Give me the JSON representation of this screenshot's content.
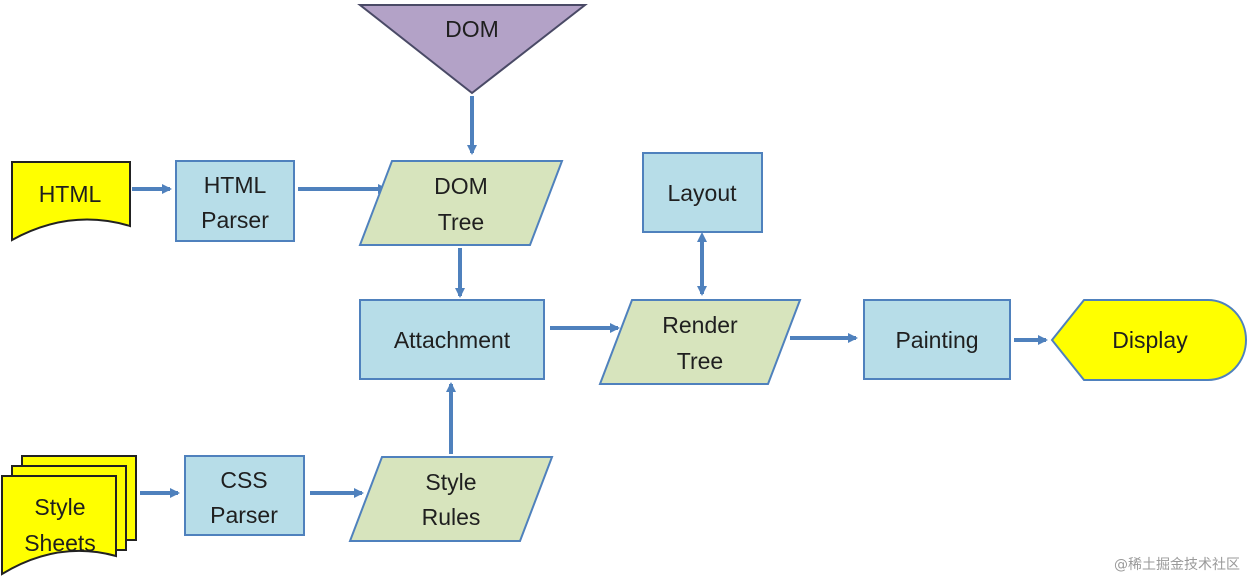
{
  "diagram": {
    "nodes": {
      "dom": {
        "label": "DOM"
      },
      "html": {
        "label": "HTML"
      },
      "html_parser": {
        "line1": "HTML",
        "line2": "Parser"
      },
      "dom_tree": {
        "line1": "DOM",
        "line2": "Tree"
      },
      "layout": {
        "label": "Layout"
      },
      "attachment": {
        "label": "Attachment"
      },
      "render_tree": {
        "line1": "Render",
        "line2": "Tree"
      },
      "painting": {
        "label": "Painting"
      },
      "display": {
        "label": "Display"
      },
      "style_sheets": {
        "line1": "Style",
        "line2": "Sheets"
      },
      "css_parser": {
        "line1": "CSS",
        "line2": "Parser"
      },
      "style_rules": {
        "line1": "Style",
        "line2": "Rules"
      }
    },
    "colors": {
      "process_fill": "#b7dde8",
      "process_stroke": "#4f81bd",
      "data_fill": "#d7e4bd",
      "data_stroke": "#4f81bd",
      "dom_fill": "#b3a2c7",
      "io_fill": "#ffff00",
      "arrow": "#4f81bd"
    }
  },
  "watermark": "@稀土掘金技术社区"
}
